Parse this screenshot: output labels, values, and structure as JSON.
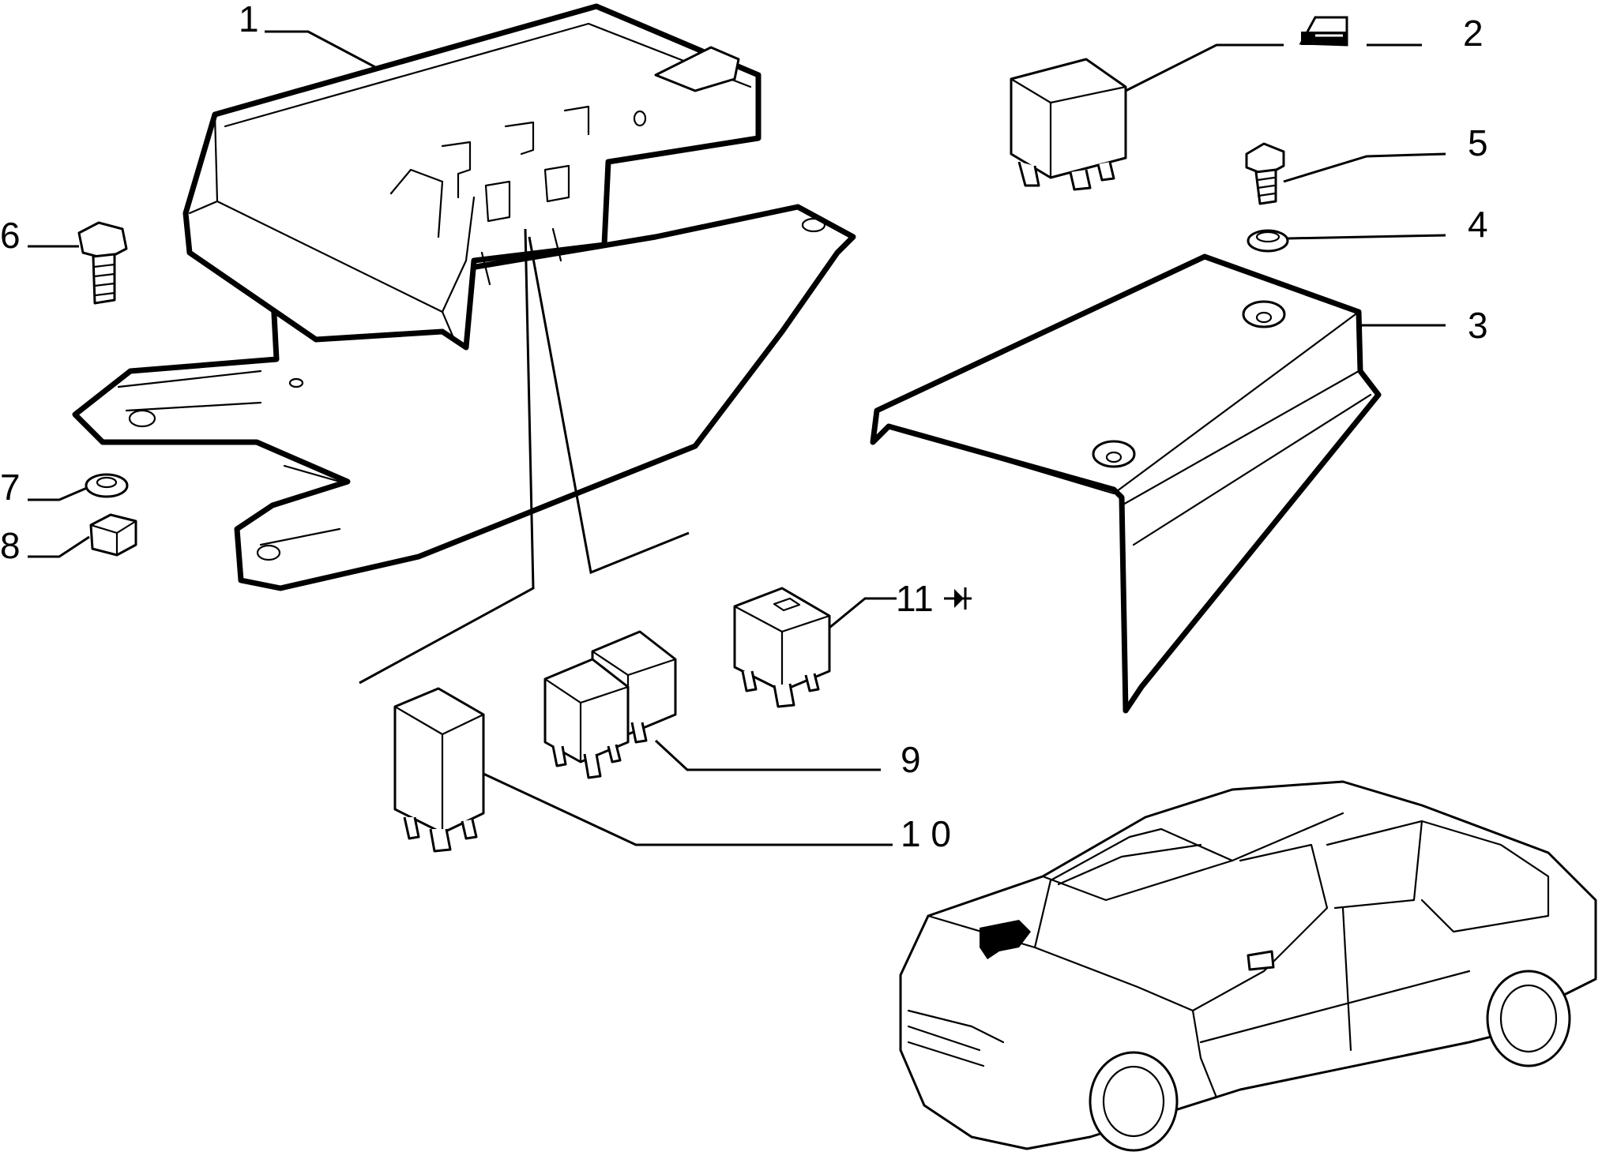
{
  "diagram": {
    "callouts": [
      {
        "id": "1",
        "label": "1"
      },
      {
        "id": "2",
        "label": "2"
      },
      {
        "id": "3",
        "label": "3"
      },
      {
        "id": "4",
        "label": "4"
      },
      {
        "id": "5",
        "label": "5"
      },
      {
        "id": "6",
        "label": "6"
      },
      {
        "id": "7",
        "label": "7"
      },
      {
        "id": "8",
        "label": "8"
      },
      {
        "id": "9",
        "label": "9"
      },
      {
        "id": "10",
        "label": "1 0"
      },
      {
        "id": "11",
        "label": "11"
      }
    ],
    "icons": {
      "door_lock": "door-lock-icon",
      "diode": "diode-icon"
    }
  }
}
